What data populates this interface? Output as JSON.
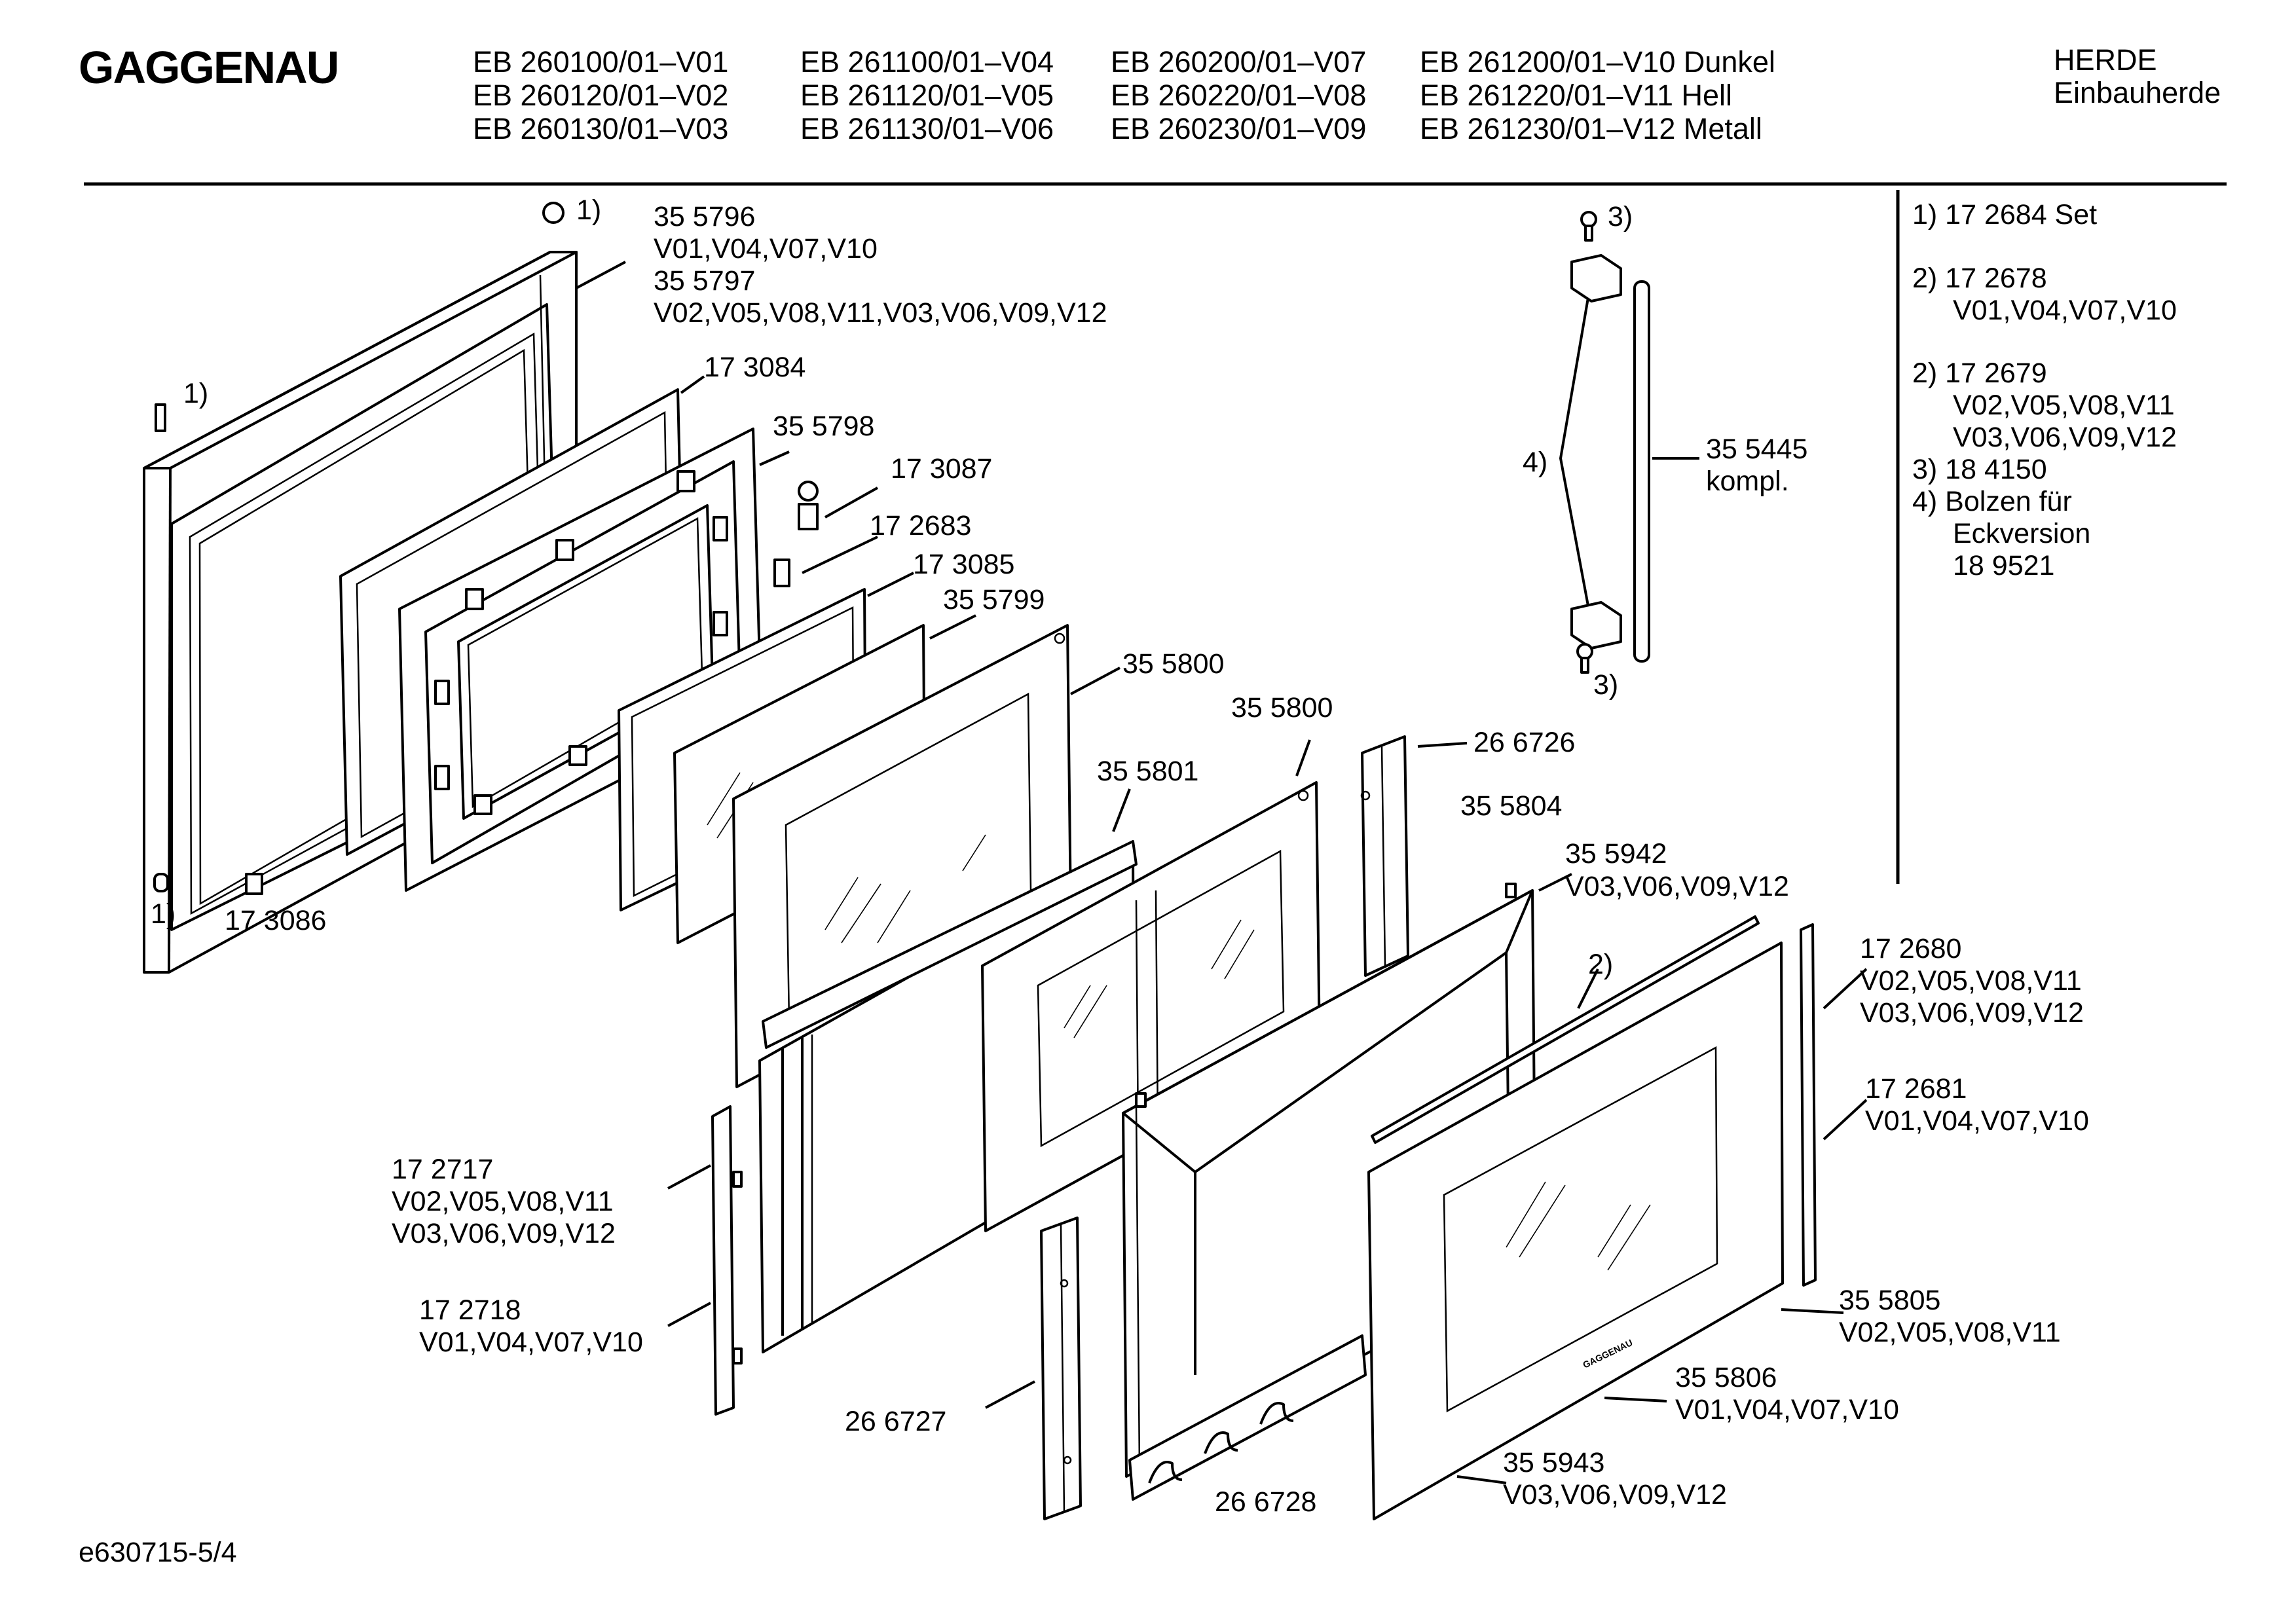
{
  "brand": "GAGGENAU",
  "header": {
    "model_columns": [
      [
        "EB 260100/01–V01",
        "EB 260120/01–V02",
        "EB 260130/01–V03"
      ],
      [
        "EB 261100/01–V04",
        "EB 261120/01–V05",
        "EB 261130/01–V06"
      ],
      [
        "EB 260200/01–V07",
        "EB 260220/01–V08",
        "EB 260230/01–V09"
      ],
      [
        "EB 261200/01–V10 Dunkel",
        "EB 261220/01–V11 Hell",
        "EB 261230/01–V12 Metall"
      ]
    ],
    "category": "HERDE",
    "subcategory": "Einbauherde"
  },
  "legend": [
    "1) 17 2684 Set",
    "2) 17 2678",
    "V01,V04,V07,V10",
    "2) 17 2679",
    "V02,V05,V08,V11",
    "V03,V06,V09,V12",
    "3) 18 4150",
    "4) Bolzen für",
    "Eckversion",
    "18 9521"
  ],
  "callouts": [
    "1)",
    "35 5796",
    "V01,V04,V07,V10",
    "35 5797",
    "V02,V05,V08,V11,V03,V06,V09,V12",
    "1)",
    "17 3084",
    "35 5798",
    "17 3087",
    "17 2683",
    "17 3085",
    "35 5799",
    "35 5800",
    "35 5800",
    "35 5801",
    "26 6726",
    "35 5804",
    "35 5942",
    "V03,V06,V09,V12",
    "2)",
    "17 2680",
    "V02,V05,V08,V11",
    "V03,V06,V09,V12",
    "17 2681",
    "V01,V04,V07,V10",
    "3)",
    "4)",
    "35 5445",
    "kompl.",
    "3)",
    "1)",
    "17 3086",
    "17 2717",
    "V02,V05,V08,V11",
    "V03,V06,V09,V12",
    "17 2718",
    "V01,V04,V07,V10",
    "26 6727",
    "26 6728",
    "35 5805",
    "V02,V05,V08,V11",
    "35 5806",
    "V01,V04,V07,V10",
    "35 5943",
    "V03,V06,V09,V12"
  ],
  "door_badge": "GAGGENAU",
  "drawing_number": "e630715-5/4"
}
